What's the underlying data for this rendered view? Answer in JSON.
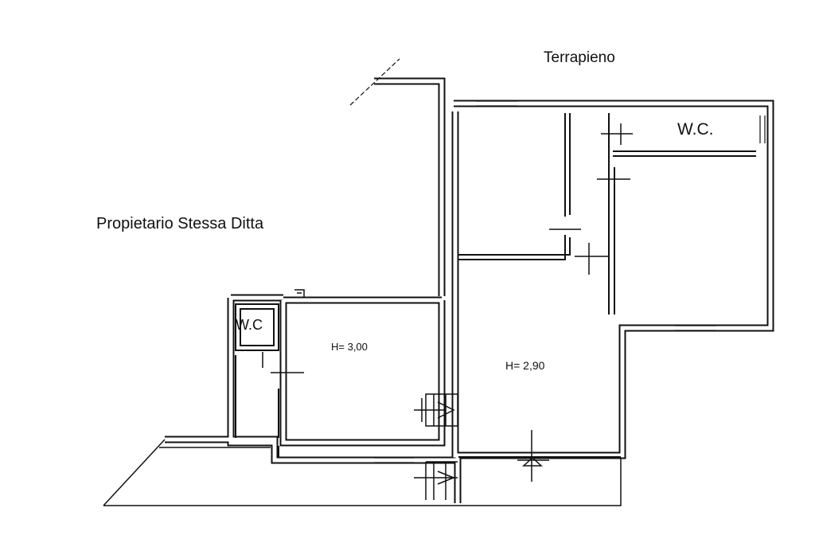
{
  "labels": {
    "terrapieno": "Terrapieno",
    "wc_upper": "W.C.",
    "owner": "Propietario Stessa Ditta",
    "wc_lower": "W.C",
    "height_left": "H= 3,00",
    "height_right": "H= 2,90"
  },
  "colors": {
    "ink": "#111111",
    "paper": "#ffffff"
  }
}
